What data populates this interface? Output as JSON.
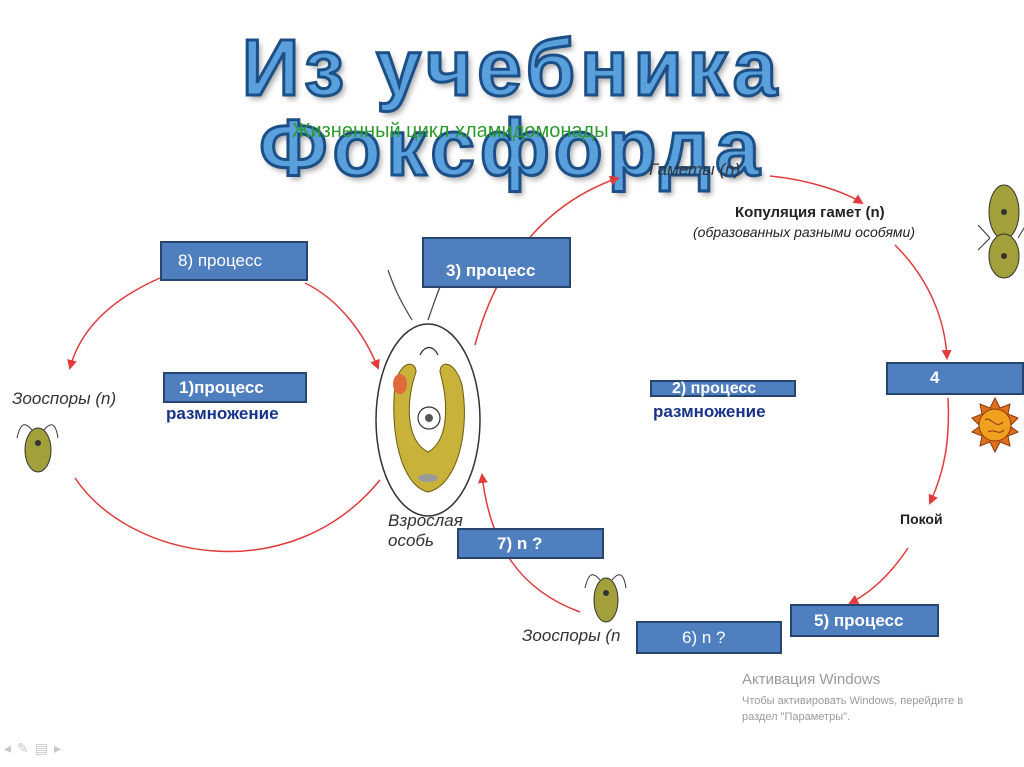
{
  "title": "Из учебника Фоксфорда",
  "subtitle": "Жизненный цикл хламидомонады",
  "labels": {
    "gametes": "Гаметы (n)",
    "copulation_line1": "Копуляция гамет (n)",
    "copulation_line2": "(образованных разными особями)",
    "zoospores_left": "Зооспоры (n)",
    "adult_line1": "Взрослая",
    "adult_line2": "особь",
    "rest": "Покой",
    "zoospores_bottom": "Зооспоры (n",
    "reproduction_left": "размножение",
    "reproduction_middle": "размножение"
  },
  "boxes": {
    "b8": "8) процесс",
    "b3": "3) процесс",
    "b1": "1)процесс",
    "b2": "2) процесс",
    "b4": "4",
    "b7": "7) n ?",
    "b6": "6) n ?",
    "b5": "5) процесс"
  },
  "watermark": {
    "title": "Активация Windows",
    "line1": "Чтобы активировать Windows, перейдите в",
    "line2": "раздел \"Параметры\"."
  },
  "colors": {
    "arrow": "#e23b3b",
    "box_fill": "#4f7fbf",
    "box_border": "#27466f",
    "cell_fill": "#c8b23a",
    "title_fill": "#5aa0dc"
  }
}
